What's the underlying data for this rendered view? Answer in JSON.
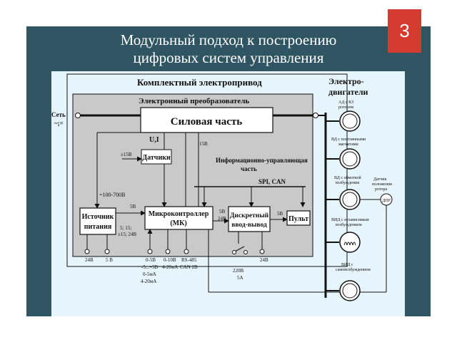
{
  "slide": {
    "title_line1": "Модульный подход к построению",
    "title_line2": "цифровых систем управления",
    "page_number": "3",
    "colors": {
      "panel": "#2f5563",
      "badge": "#d63b2f",
      "diagram_bg": "#e6f5fb",
      "inner_box": "#c9c9c9"
    }
  },
  "diagram": {
    "outer_title": "Комплектный электропривод",
    "motors_title_line1": "Электро-",
    "motors_title_line2": "двигатели",
    "converter_title": "Электронный преобразователь",
    "network_label_line1": "Сеть",
    "network_label_line2": "~;=",
    "power_block": "Силовая часть",
    "sensors_block": "Датчики",
    "ui_label": "U,I",
    "v15_sensors": "±15В",
    "v15_power": "15В",
    "info_part_line1": "Информационно-управляющая",
    "info_part_line2": "часть",
    "bus_label": "SPI, CAN",
    "v_range": "=100-700В",
    "source_line1": "Источник",
    "source_line2": "питания",
    "mcu_line1": "Микроконтроллер",
    "mcu_line2": "(МК)",
    "dio_line1": "Дискретный",
    "dio_line2": "ввод-вывод",
    "panel_block": "Пульт",
    "v5_source": "5В",
    "source_out_line1": "5; 15;",
    "source_out_line2": "±15; 24В",
    "mcu_dio_line1": "5В",
    "mcu_dio_line2": "24В",
    "v5_panel": "5В",
    "out_24v": "24В",
    "out_5v": "5 В",
    "analog_in_line1": "0-5В",
    "analog_in_line2": "-5...+5В",
    "analog_in_line3": "0-5мА",
    "analog_in_line4": "4-20мА",
    "analog_out_line1": "0-10В",
    "analog_out_line2": "4-20мА",
    "comm_line1": "RS-485",
    "comm_line2": "CAN 2В",
    "relay_line1": "220В",
    "relay_line2": "5А",
    "dio_24v": "24В",
    "motors": [
      {
        "label_line1": "АД с КЗ",
        "label_line2": "ротором"
      },
      {
        "label_line1": "ВД с постоянными",
        "label_line2": "магнитами"
      },
      {
        "label_line1": "ВД с обмоткой",
        "label_line2": "возбуждения"
      },
      {
        "label_line1": "ВИД с независимым",
        "label_line2": "возбуждением"
      },
      {
        "label_line1": "ВИД с",
        "label_line2": "самовозбуждением"
      }
    ],
    "rotor_sensor_line1": "Датчик",
    "rotor_sensor_line2": "положения",
    "rotor_sensor_line3": "ротора",
    "dpr": "ДПР"
  }
}
